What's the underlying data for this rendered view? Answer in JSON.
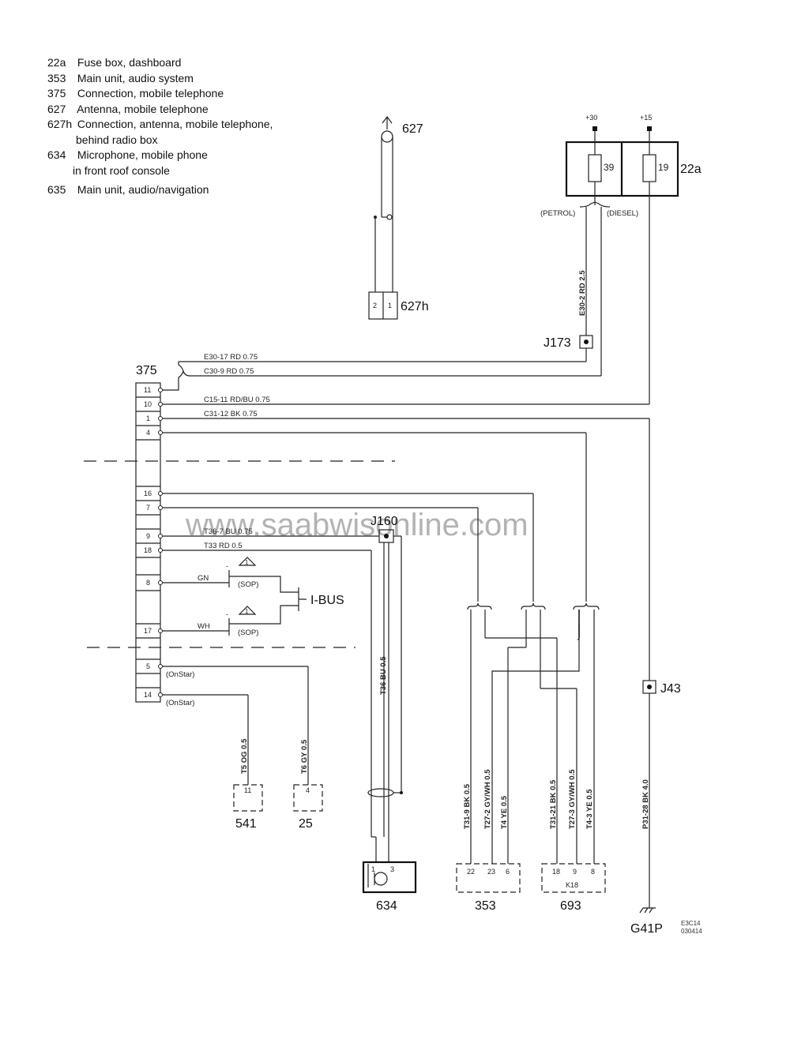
{
  "legend": [
    {
      "code": "22a",
      "text": "Fuse box, dashboard"
    },
    {
      "code": "353",
      "text": "Main unit, audio system"
    },
    {
      "code": "375",
      "text": "Connection, mobile telephone"
    },
    {
      "code": "627",
      "text": "Antenna, mobile telephone"
    },
    {
      "code": "627h",
      "text": "Connection, antenna, mobile telephone,"
    },
    {
      "code": "",
      "text": "behind radio box"
    },
    {
      "code": "634",
      "text": "Microphone, mobile phone"
    },
    {
      "code": "",
      "text": "in front roof console"
    },
    {
      "code": "635",
      "text": "Main unit, audio/navigation"
    }
  ],
  "components": {
    "c627": "627",
    "c627h": "627h",
    "c22a": "22a",
    "c375": "375",
    "c634": "634",
    "c353": "353",
    "c693": "693",
    "c541": "541",
    "c25": "25",
    "g41p": "G41P",
    "j173": "J173",
    "j160": "J160",
    "j43": "J43",
    "ibus": "I-BUS"
  },
  "fusebox": {
    "plus30": "+30",
    "plus15": "+15",
    "fuse39": "39",
    "fuse19": "19",
    "petrol": "(PETROL)",
    "diesel": "(DIESEL)"
  },
  "connector375_pins": [
    "11",
    "10",
    "1",
    "4",
    "16",
    "7",
    "9",
    "18",
    "8",
    "17",
    "5",
    "14"
  ],
  "pins": {
    "p627h_2": "2",
    "p627h_1": "1",
    "p634_1": "1",
    "p634_3": "3",
    "p353_22": "22",
    "p353_23": "23",
    "p353_6": "6",
    "p693_18": "18",
    "p693_9": "9",
    "p693_8": "8",
    "k18": "K18",
    "p541_11": "11",
    "p25_4": "4"
  },
  "wires": {
    "e30_17": "E30-17   RD   0.75",
    "c30_9": "C30-9   RD   0.75",
    "c15_11": "C15-11   RD/BU   0.75",
    "c31_12": "C31-12   BK   0.75",
    "t36_7": "T36-7   BU   0.75",
    "t33": "T33   RD   0.5",
    "gn": "GN",
    "wh": "WH",
    "sop1": "(SOP)",
    "sop2": "(SOP)",
    "onstar1": "(OnStar)",
    "onstar2": "(OnStar)",
    "e30_2": "E30-2   RD   2.5",
    "t36_bu": "T36   BU   0.5",
    "t5": "T5   OG   0.5",
    "t6": "T6   GY   0.5",
    "t31_9": "T31-9   BK   0.5",
    "t27_2": "T27-2   GY/WH   0.5",
    "t4": "T4   YE   0.5",
    "t31_21": "T31-21   BK   0.5",
    "t27_3": "T27-3   GY/WH   0.5",
    "t4_3": "T4-3   YE   0.5",
    "p31_28": "P31-28   BK   4.0"
  },
  "tri": {
    "a": "1",
    "b": "1",
    "m1": "-",
    "m2": "-"
  },
  "footer": {
    "code1": "E3C14",
    "code2": "030414"
  },
  "watermark": "www.saabwisonline.com"
}
